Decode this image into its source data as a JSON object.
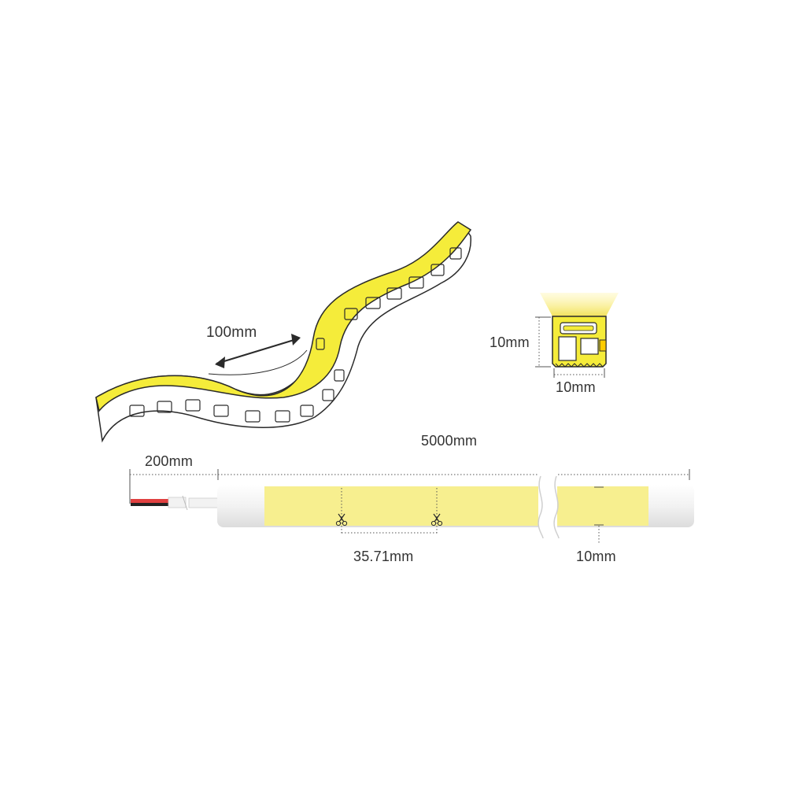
{
  "flex_view": {
    "bend_radius_label": "100mm"
  },
  "cross_section": {
    "height_label": "10mm",
    "width_label": "10mm"
  },
  "length_view": {
    "total_length_label": "5000mm",
    "lead_wire_label": "200mm",
    "cut_interval_label": "35.71mm",
    "width_label": "10mm"
  },
  "colors": {
    "led_yellow": "#f7ef8f",
    "strip_yellow": "#f5ec3a",
    "tube_white": "#f4f4f4",
    "outline": "#2a2a2a",
    "dimension": "#555555",
    "wire_red": "#e04040",
    "wire_black": "#222222"
  },
  "icons": [
    "scissors-icon",
    "double-arrow-icon"
  ]
}
